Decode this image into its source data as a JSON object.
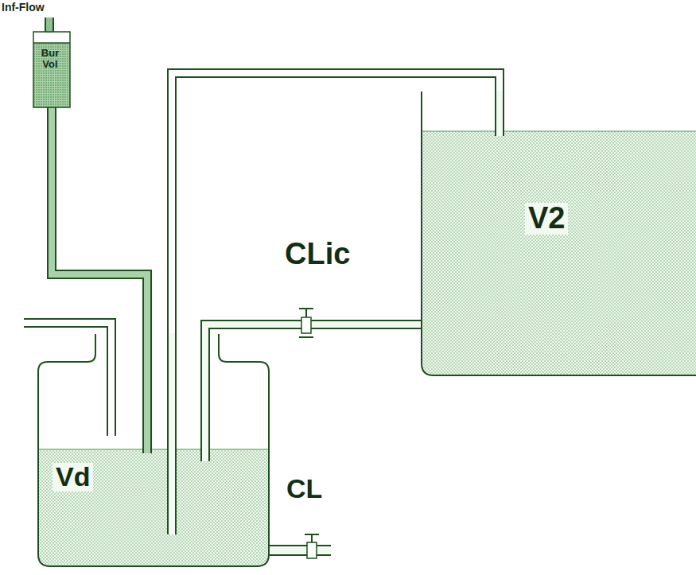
{
  "diagram": {
    "nodes": [
      {
        "text": [
          "Bur Vol"
        ]
      },
      {
        "text": [
          "Vd"
        ]
      },
      {
        "text": [
          "V2"
        ]
      }
    ],
    "edges": [
      {
        "from": 0,
        "to": 1,
        "arrow": "none"
      },
      {
        "from": 1,
        "to": 2,
        "arrow": "none"
      },
      {
        "from": 1,
        "to": 2,
        "arrow": "none"
      }
    ],
    "labels": [
      "Inf-Flow",
      "CLic",
      "CL"
    ]
  }
}
